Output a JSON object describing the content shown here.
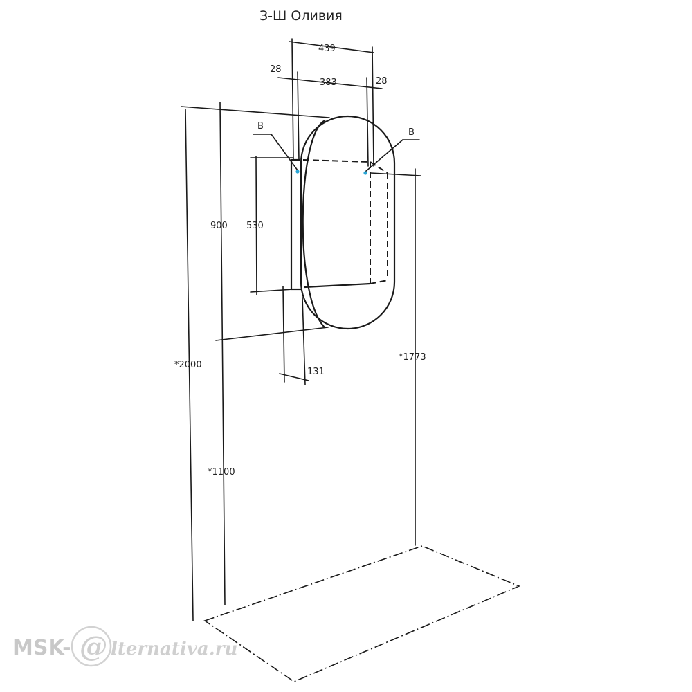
{
  "title": "З-Ш Оливия",
  "dimensions": {
    "width_total": "439",
    "width_inner": "383",
    "side_left": "28",
    "side_right": "28",
    "height_mirror": "900",
    "height_cabinet": "530",
    "depth": "131",
    "height_top": "*2000",
    "height_mount": "*1100",
    "height_right": "*1773"
  },
  "labels": {
    "mount_left": "B",
    "mount_right": "B"
  },
  "watermark": {
    "prefix": "MSK-",
    "symbol": "@",
    "suffix": "lternativa.ru"
  },
  "colors": {
    "line": "#1a1a1a",
    "mount_point": "#2aa6d6",
    "watermark": "#c8c8c8"
  }
}
